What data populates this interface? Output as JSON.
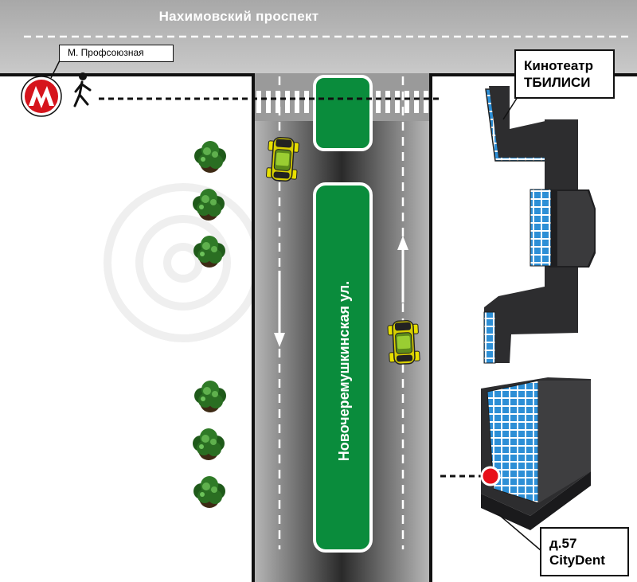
{
  "streets": {
    "top": "Нахимовский проспект",
    "vertical": "Новочеремушкинская ул."
  },
  "labels": {
    "metro": "М. Профсоюзная",
    "cinema_line1": "Кинотеатр",
    "cinema_line2": "ТБИЛИСИ",
    "clinic_line1": "д.57",
    "clinic_line2": "CityDent"
  },
  "icons": {
    "metro": "metro-logo-icon",
    "pedestrian": "pedestrian-icon",
    "car": "car-icon",
    "tree": "tree-icon",
    "destination": "destination-marker-icon"
  },
  "colors": {
    "road": "#8a8a8a",
    "median": "#0a8c3c",
    "metro_red": "#d6141c",
    "building": "#2d2d2f",
    "windows": "#2d8fd6",
    "car_body": "#e8e000",
    "destination": "#e8101a"
  }
}
